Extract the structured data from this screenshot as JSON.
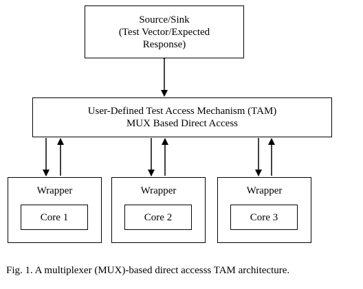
{
  "source": {
    "line1": "Source/Sink",
    "line2": "(Test Vector/Expected",
    "line3": "Response)"
  },
  "tam": {
    "line1": "User-Defined Test Access Mechanism (TAM)",
    "line2": "MUX Based Direct Access"
  },
  "wrappers": [
    {
      "label": "Wrapper",
      "core": "Core 1"
    },
    {
      "label": "Wrapper",
      "core": "Core 2"
    },
    {
      "label": "Wrapper",
      "core": "Core 3"
    }
  ],
  "caption": "Fig. 1. A multiplexer (MUX)-based direct accesss TAM architecture."
}
